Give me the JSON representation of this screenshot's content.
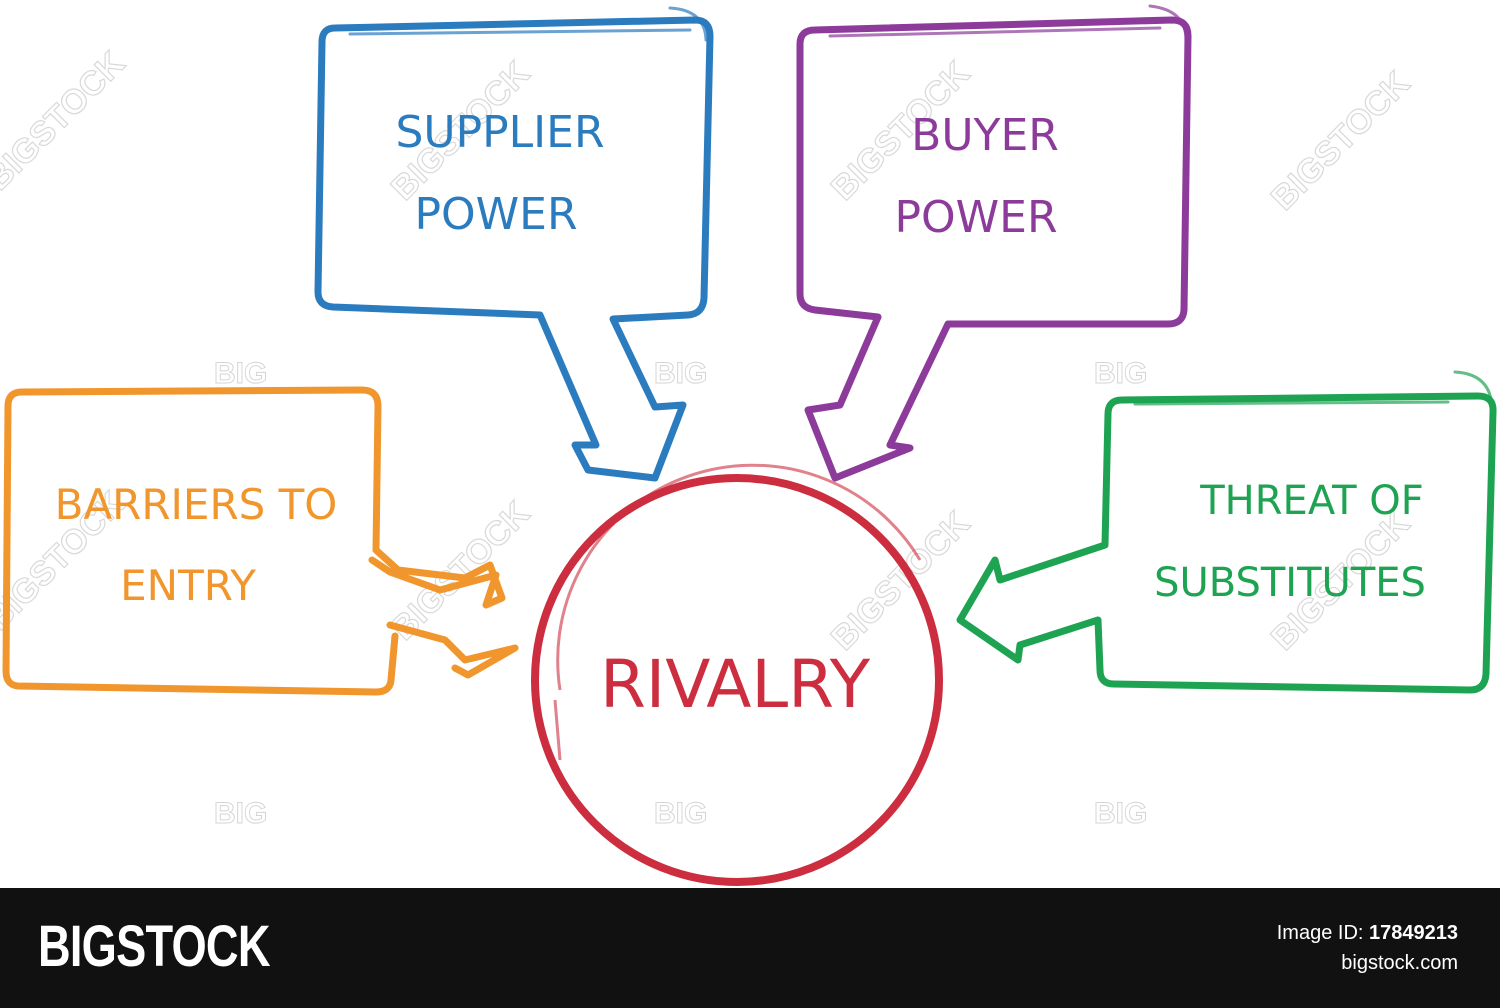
{
  "nodes": {
    "supplier": {
      "line1": "SUPPLIER",
      "line2": "POWER",
      "color": "#2b7bbf"
    },
    "buyer": {
      "line1": "BUYER",
      "line2": "POWER",
      "color": "#8d3b9b"
    },
    "barriers": {
      "line1": "BARRIERS TO",
      "line2": "ENTRY",
      "color": "#f0962c"
    },
    "substitutes": {
      "line1": "THREAT OF",
      "line2": "SUBSTITUTES",
      "color": "#1ea352"
    },
    "rivalry": {
      "label": "RIVALRY",
      "color": "#cc2d3f"
    }
  },
  "watermark": {
    "small": "BIG",
    "large": "BIGSTOCK"
  },
  "footer": {
    "logo": "BIGSTOCK",
    "image_id_label": "Image ID:",
    "image_id": "17849213",
    "site": "bigstock.com"
  }
}
